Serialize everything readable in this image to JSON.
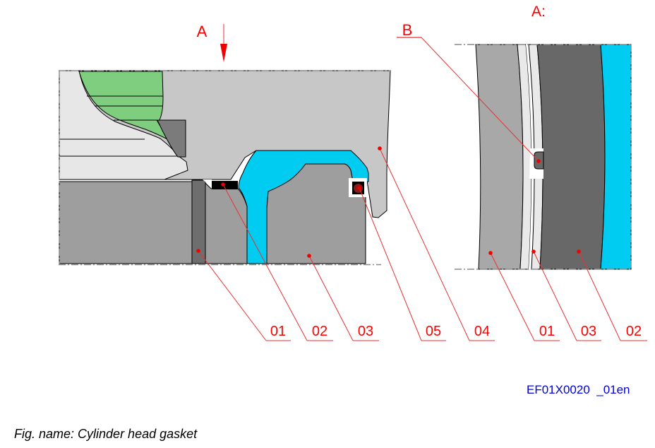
{
  "figure": {
    "caption": "Fig. name: Cylinder head gasket",
    "doc_code": "EF01X0020  _01en"
  },
  "markers": {
    "section_arrow": "A",
    "detail_title": "A:",
    "bead": "B"
  },
  "callouts": {
    "main": [
      {
        "label": "01"
      },
      {
        "label": "02"
      },
      {
        "label": "03"
      },
      {
        "label": "05"
      },
      {
        "label": "04"
      }
    ],
    "detail": [
      {
        "label": "01"
      },
      {
        "label": "03"
      },
      {
        "label": "02"
      }
    ]
  },
  "colors": {
    "head_gray": "#C7C7C7",
    "chamber_light": "#E7E7E7",
    "seat_green": "#7FCE7F",
    "insert_gray": "#7B7B7B",
    "block_gray": "#9E9E9E",
    "liner_gray": "#6E6E6E",
    "coolant_cyan": "#00CBF0",
    "seal_black": "#000000",
    "oring_dark": "#8B1A1A",
    "detail_band_outer": "#A8A8A8",
    "gasket_layer_light": "#E9E9E9",
    "detail_band_dark": "#686868",
    "callout_red": "#FF0000",
    "leader_red": "#E63232",
    "code_blue": "#0000E0",
    "border_gray": "#8A8A8A"
  }
}
